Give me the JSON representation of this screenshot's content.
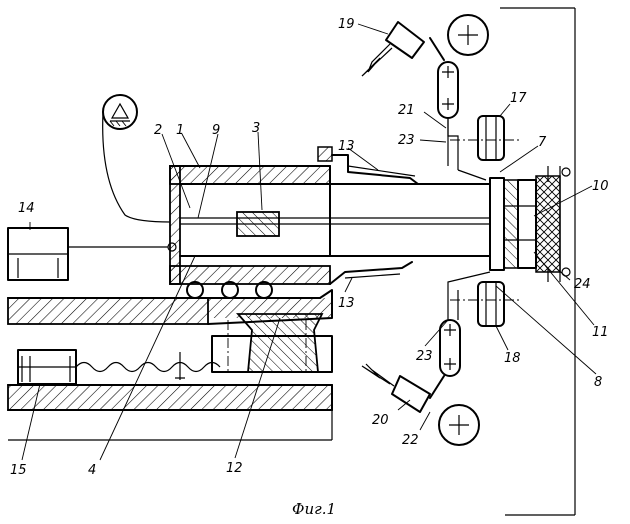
{
  "caption": "Фиг.1",
  "labels": {
    "l1": "1",
    "l2": "2",
    "l3": "3",
    "l4": "4",
    "l7": "7",
    "l8": "8",
    "l9": "9",
    "l10": "10",
    "l11": "11",
    "l12": "12",
    "l13a": "13",
    "l13b": "13",
    "l14": "14",
    "l15": "15",
    "l17": "17",
    "l18": "18",
    "l19": "19",
    "l20": "20",
    "l21": "21",
    "l22": "22",
    "l23a": "23",
    "l23b": "23",
    "l24": "24"
  }
}
